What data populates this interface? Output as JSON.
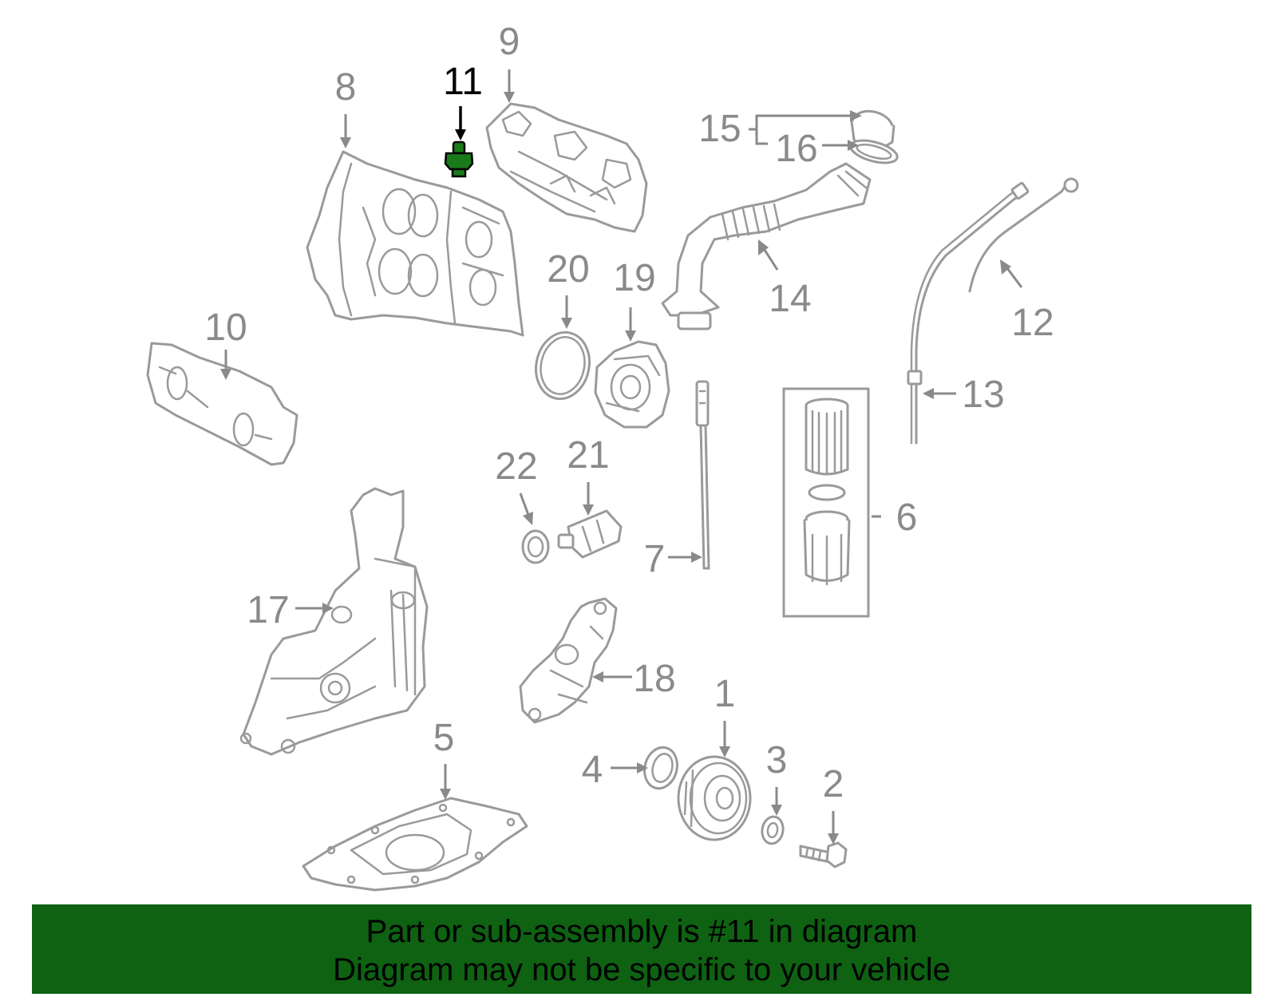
{
  "diagram": {
    "highlighted_part": "11",
    "highlight_color": "#1a7a1a",
    "banner_color": "#0e6212",
    "callouts": {
      "p1": "1",
      "p2": "2",
      "p3": "3",
      "p4": "4",
      "p5": "5",
      "p6": "6",
      "p7": "7",
      "p8": "8",
      "p9": "9",
      "p10": "10",
      "p11": "11",
      "p12": "12",
      "p13": "13",
      "p14": "14",
      "p15": "15",
      "p16": "16",
      "p17": "17",
      "p18": "18",
      "p19": "19",
      "p20": "20",
      "p21": "21",
      "p22": "22"
    }
  },
  "footer": {
    "line1": "Part or sub-assembly is #11 in diagram",
    "line2": "Diagram may not be specific to your vehicle"
  }
}
